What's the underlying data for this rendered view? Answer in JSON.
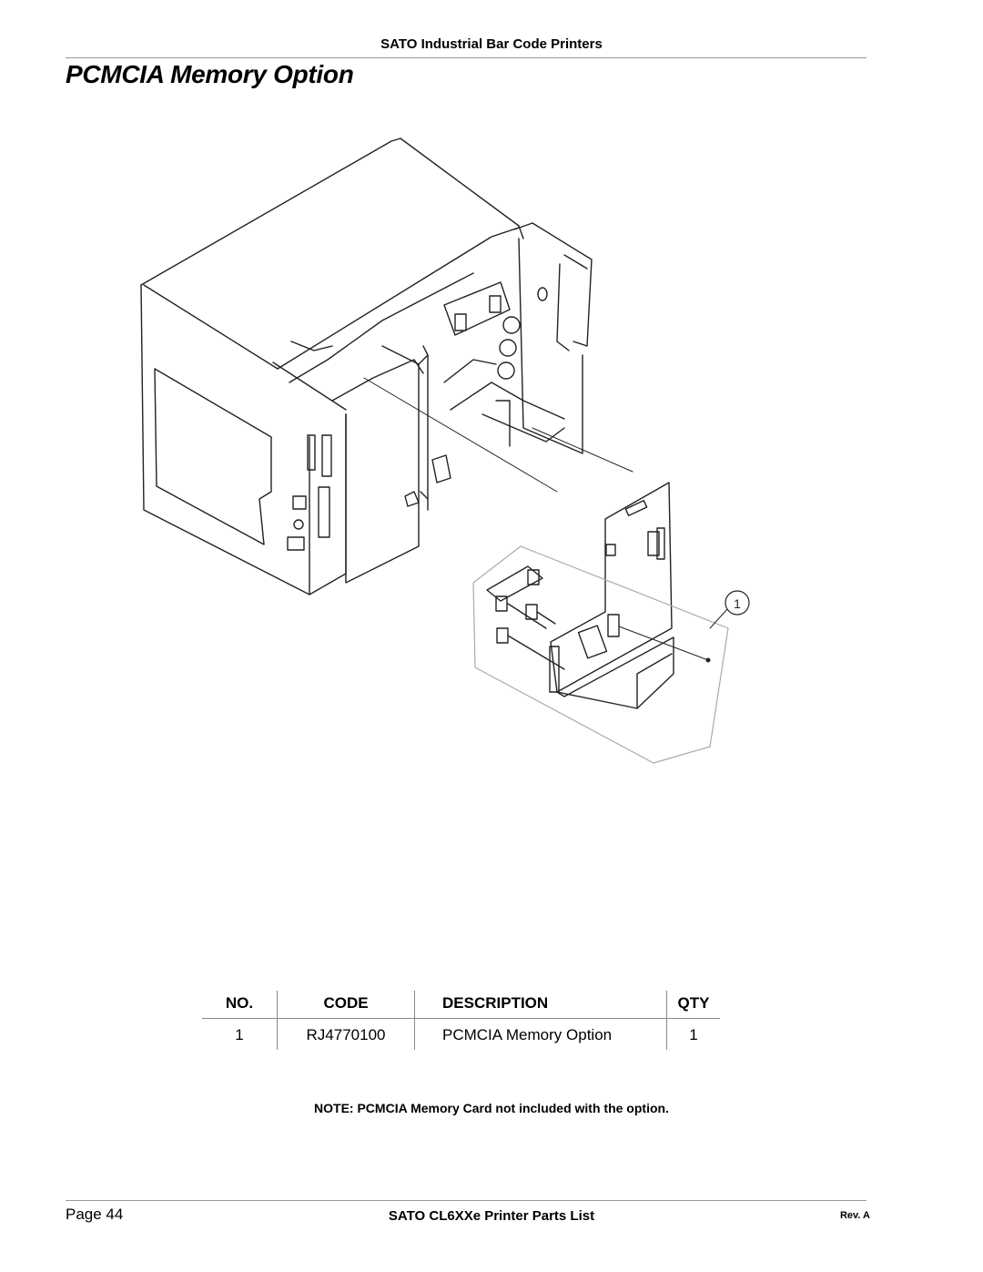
{
  "header": {
    "text": "SATO Industrial Bar Code Printers"
  },
  "page_title": "PCMCIA Memory Option",
  "diagram": {
    "callout_label": "1"
  },
  "parts_table": {
    "headers": {
      "no": "NO.",
      "code": "CODE",
      "description": "DESCRIPTION",
      "qty": "QTY"
    },
    "rows": [
      {
        "no": "1",
        "code": "RJ4770100",
        "description": "PCMCIA Memory Option",
        "qty": "1"
      }
    ]
  },
  "note": "NOTE:  PCMCIA Memory Card not included with the option.",
  "footer": {
    "page": "Page 44",
    "doc_title": "SATO CL6XXe Printer Parts List",
    "revision": "Rev. A"
  }
}
